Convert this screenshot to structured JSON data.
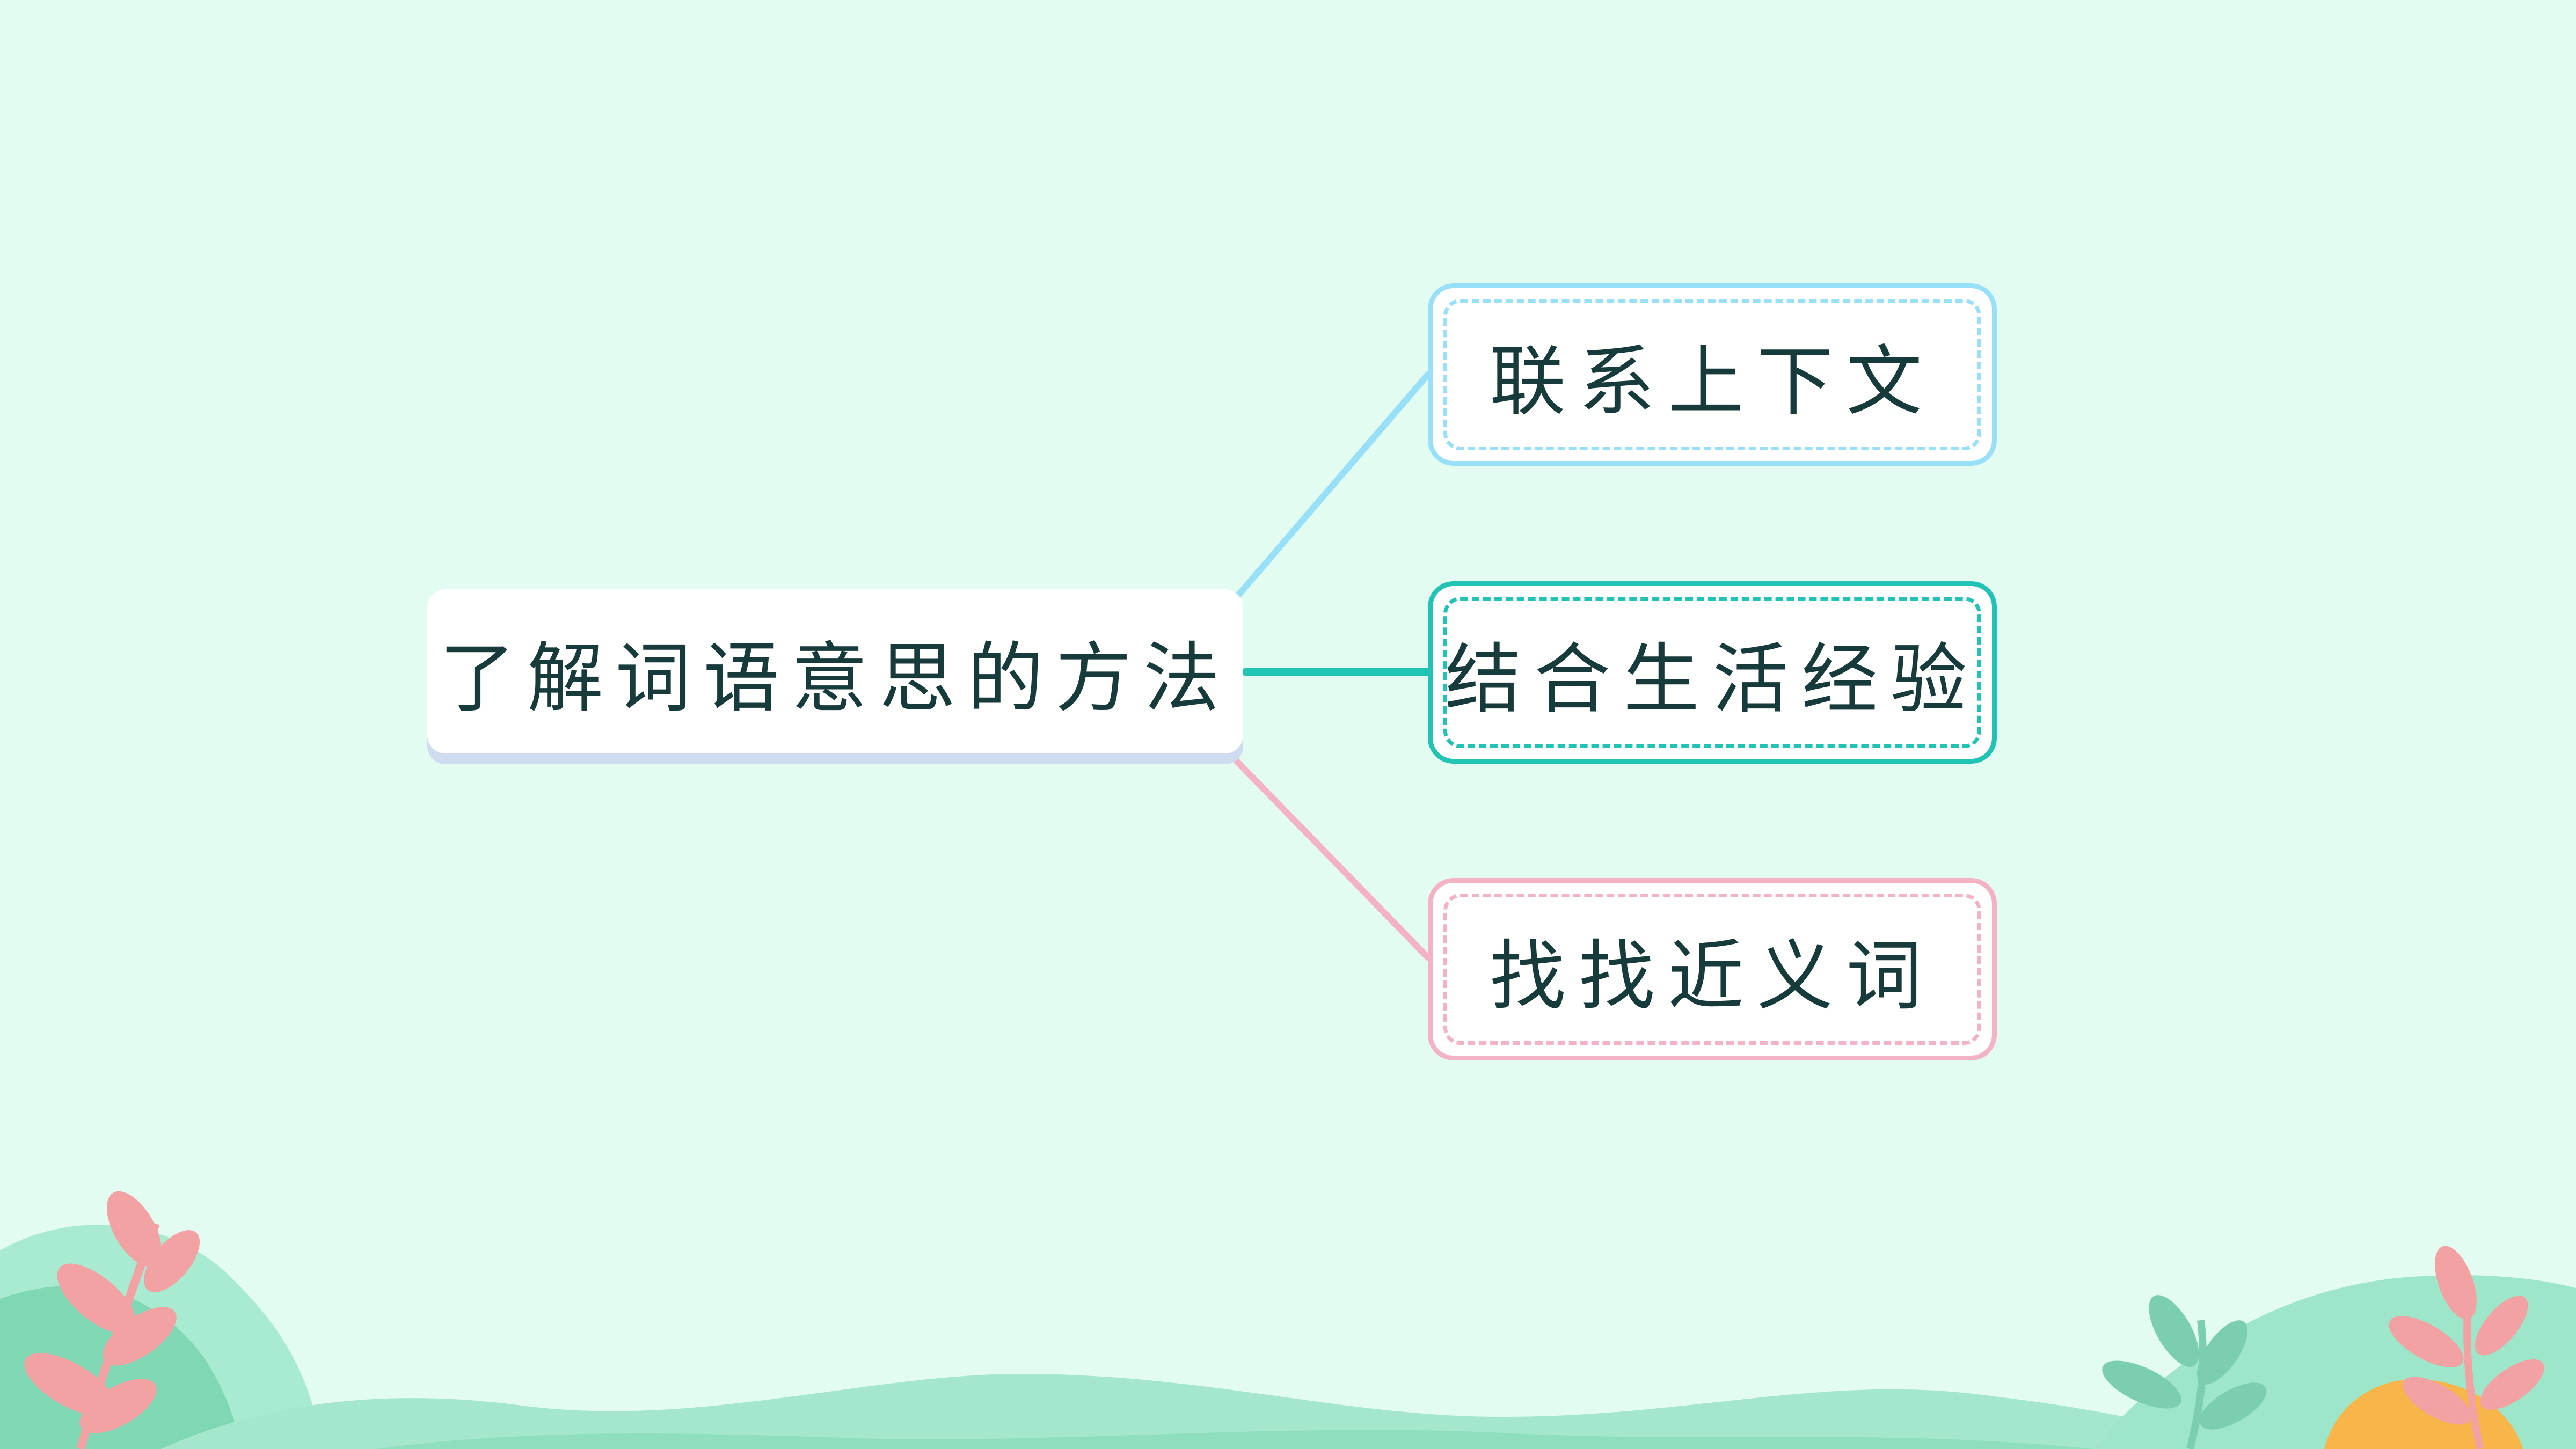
{
  "diagram": {
    "root": "了解词语意思的方法",
    "branches": [
      {
        "label": "联系上下文",
        "color": "#97e0f7"
      },
      {
        "label": "结合生活经验",
        "color": "#21c3b5"
      },
      {
        "label": "找找近义词",
        "color": "#f4b3c4"
      }
    ]
  },
  "colors": {
    "background": "#e3fcf2",
    "text": "#173a3a",
    "hill": "#9ee6c9",
    "leaf_pink": "#f3a2a3",
    "leaf_green": "#7ccfae",
    "orange": "#f7b54a"
  }
}
